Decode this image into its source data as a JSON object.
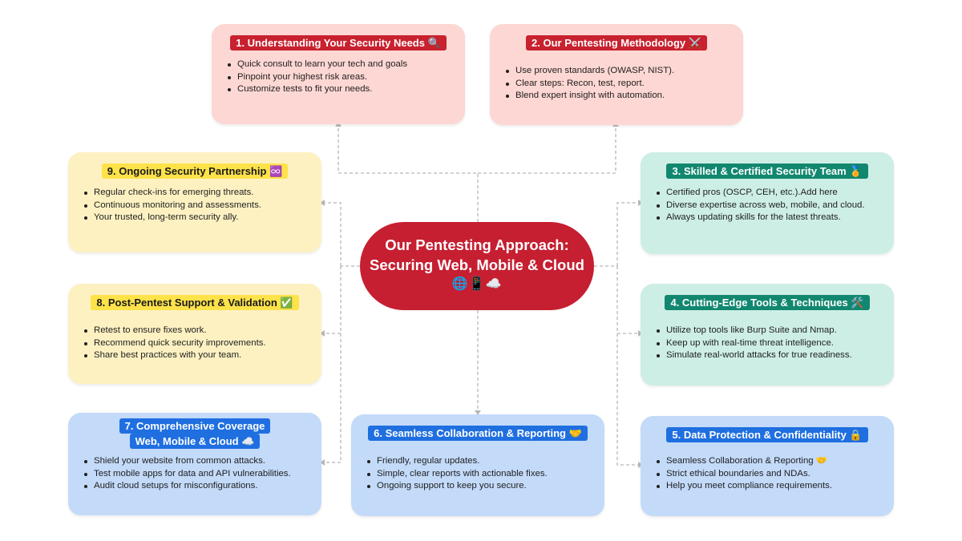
{
  "center": {
    "line1": "Our Pentesting Approach:",
    "line2": "Securing Web, Mobile & Cloud",
    "icons": "🌐📱☁️"
  },
  "colors": {
    "center": "#c61f31",
    "pink_card": "#fdd7d3",
    "yellow_card": "#fdf1c2",
    "green_card": "#cdeee5",
    "blue_card": "#c3daf9",
    "red_tag": "#c8212f",
    "yellow_tag": "#fde24a",
    "green_tag": "#12876f",
    "blue_tag": "#1f6fe0",
    "connector": "#b7b7b7"
  },
  "cards": {
    "c1": {
      "title": "1. Understanding Your Security Needs 🔍",
      "items": [
        "Quick consult to learn your tech and goals",
        "Pinpoint your highest risk areas.",
        "Customize tests to fit your needs."
      ]
    },
    "c2": {
      "title": "2. Our Pentesting Methodology ⚔️",
      "items": [
        "Use proven standards (OWASP, NIST).",
        "Clear steps: Recon, test, report.",
        "Blend expert insight with automation."
      ]
    },
    "c3": {
      "title": "3. Skilled & Certified Security Team 🏅",
      "items": [
        "Certified pros (OSCP, CEH, etc.).Add here",
        "Diverse expertise across web, mobile, and cloud.",
        "Always updating skills for the latest threats."
      ]
    },
    "c4": {
      "title": "4. Cutting-Edge Tools & Techniques 🛠️",
      "items": [
        "Utilize top tools like Burp Suite and Nmap.",
        "Keep up with real-time threat intelligence.",
        "Simulate real-world attacks for true readiness."
      ]
    },
    "c5": {
      "title": "5. Data Protection & Confidentiality 🔒",
      "items": [
        "Seamless Collaboration & Reporting 🤝",
        "Strict ethical boundaries and NDAs.",
        "Help you meet compliance requirements."
      ]
    },
    "c6": {
      "title": "6. Seamless Collaboration & Reporting 🤝",
      "items": [
        "Friendly, regular updates.",
        "Simple, clear reports with actionable fixes.",
        "Ongoing support to keep you secure."
      ]
    },
    "c7": {
      "title_line1": "7. Comprehensive Coverage",
      "title_line2": "Web, Mobile & Cloud ☁️",
      "items": [
        "Shield your website from common attacks.",
        "Test mobile apps for data and API vulnerabilities.",
        "Audit cloud setups for misconfigurations."
      ]
    },
    "c8": {
      "title": "8. Post-Pentest Support & Validation ✅",
      "items": [
        "Retest to ensure fixes work.",
        "Recommend quick security improvements.",
        "Share best practices with your team."
      ]
    },
    "c9": {
      "title": "9. Ongoing Security Partnership ♾️",
      "items": [
        "Regular check-ins for emerging threats.",
        "Continuous monitoring and assessments.",
        "Your trusted, long-term security ally."
      ]
    }
  }
}
